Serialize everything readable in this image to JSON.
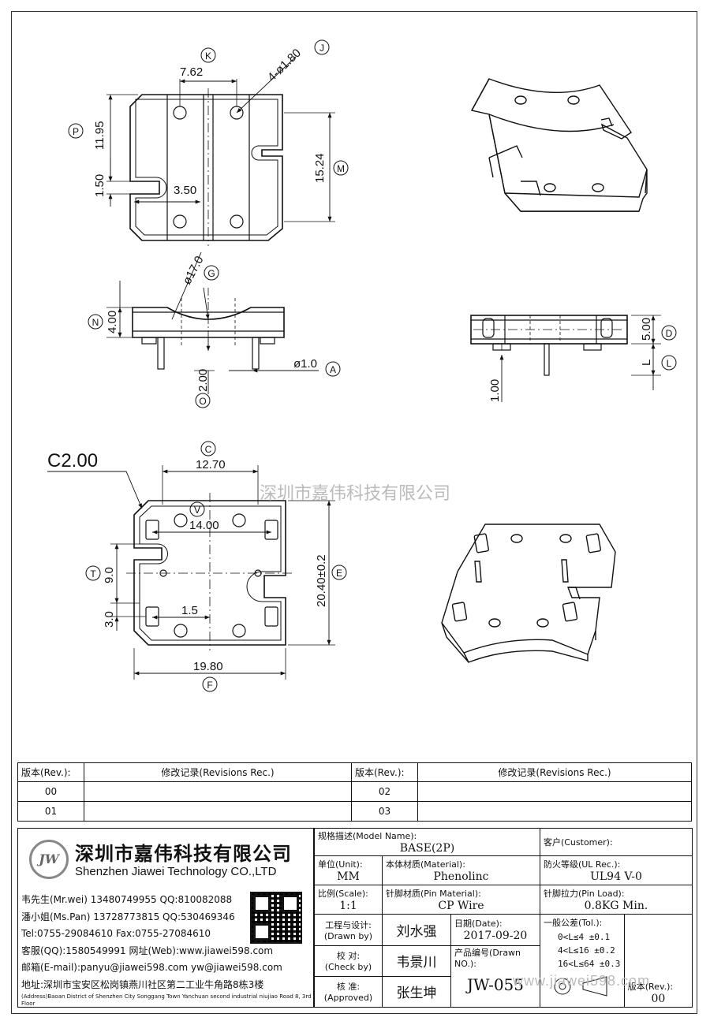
{
  "dims": {
    "top_view": {
      "K": "K",
      "J": "J",
      "P": "P",
      "M": "M",
      "d_762": "7.62",
      "d_hole": "4-ø1.80",
      "d_1195": "11.95",
      "d_150": "1.50",
      "d_350": "3.50",
      "d_1524": "15.24"
    },
    "side_view": {
      "G": "G",
      "N": "N",
      "O": "O",
      "A": "A",
      "d_dia17": "ø17.0",
      "d_400": "4.00",
      "d_200": "2.00",
      "d_pin": "ø1.0"
    },
    "right_side": {
      "D": "D",
      "L_label": "L",
      "L_circle": "L",
      "d_500": "5.00",
      "d_100": "1.00"
    },
    "bottom_view": {
      "C": "C",
      "V": "V",
      "T": "T",
      "E": "E",
      "F": "F",
      "d_c2": "C2.00",
      "d_1270": "12.70",
      "d_1400": "14.00",
      "d_90": "9.0",
      "d_30": "3.0",
      "d_15": "1.5",
      "d_2040": "20.40±0.2",
      "d_1980": "19.80"
    }
  },
  "watermark_center": "深圳市嘉伟科技有限公司",
  "watermark_bottom": "www.jiawei598.com",
  "revisions": {
    "h_rev": "版本(Rev.):",
    "h_rec": "修改记录(Revisions Rec.)",
    "rows_left": [
      "00",
      "01"
    ],
    "rows_right": [
      "02",
      "03"
    ]
  },
  "company": {
    "logo": "JW",
    "name_cn": "深圳市嘉伟科技有限公司",
    "name_en": "Shenzhen Jiawei Technology CO.,LTD",
    "contacts": [
      "韦先生(Mr.wei) 13480749955 QQ:810082088",
      "潘小姐(Ms.Pan) 13728773815 QQ:530469346",
      "Tel:0755-29084610      Fax:0755-27084610",
      "客服(QQ):1580549991   网址(Web):www.jiawei598.com",
      "邮箱(E-mail):panyu@jiawei598.com  yw@jiawei598.com",
      "地址:深圳市宝安区松岗镇燕川社区第二工业牛角路8栋3楼"
    ],
    "address_en": "(Address)Baoan District of Shenzhen City Songgang Town Yanchuan second industrial niujiao Road 8, 3rd Floor"
  },
  "titleblock": {
    "model_label": "规格描述(Model Name):",
    "model_value": "BASE(2P)",
    "customer_label": "客户(Customer):",
    "customer_value": "",
    "unit_label": "单位(Unit):",
    "unit_value": "MM",
    "material_label": "本体材质(Material):",
    "material_value": "Phenolinc",
    "ul_label": "防火等级(UL Rec.):",
    "ul_value": "UL94 V-0",
    "scale_label": "比例(Scale):",
    "scale_value": "1:1",
    "pin_mat_label": "针脚材质(Pin Material):",
    "pin_mat_value": "CP Wire",
    "pin_load_label": "针脚拉力(Pin Load):",
    "pin_load_value": "0.8KG Min.",
    "drawn_label": "工程与设计:",
    "drawn_label_en": "(Drawn by)",
    "drawn_value": "刘水强",
    "date_label": "日期(Date):",
    "date_value": "2017-09-20",
    "check_label": "校  对:",
    "check_label_en": "(Check by)",
    "check_value": "韦景川",
    "drawn_no_label": "产品编号(Drawn NO.):",
    "drawn_no_value": "JW-055",
    "approved_label": "核  准:",
    "approved_label_en": "(Approved)",
    "approved_value": "张生坤",
    "tol_label": "一般公差(Tol.):",
    "tol_rows": [
      "0<L≤4    ±0.1",
      "4<L≤16   ±0.2",
      "16<L≤64  ±0.3"
    ],
    "rev_label": "版本(Rev.):",
    "rev_value": "00"
  }
}
